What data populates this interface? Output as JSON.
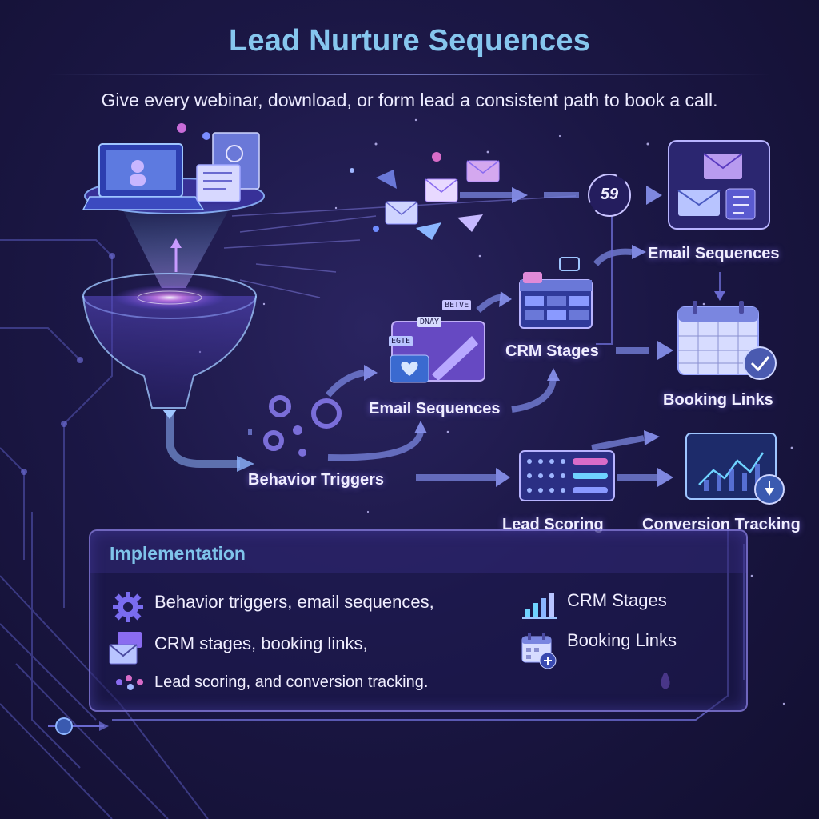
{
  "header": {
    "title": "Lead Nurture Sequences",
    "subtitle": "Give every webinar, download, or form lead a consistent path to book a call."
  },
  "flow": {
    "badge_text": "59",
    "labels": {
      "email_sequences_top": "Email Sequences",
      "crm_stages": "CRM Stages",
      "booking_links": "Booking Links",
      "email_sequences_mid": "Email Sequences",
      "behavior_triggers": "Behavior Triggers",
      "lead_scoring": "Lead Scoring",
      "conversion_tracking": "Conversion Tracking"
    },
    "tags": [
      "DNAY",
      "BETVE",
      "EGTE"
    ]
  },
  "implementation": {
    "title": "Implementation",
    "items_left": [
      "Behavior triggers, email sequences,",
      "CRM stages, booking links,",
      "Lead scoring, and conversion tracking."
    ],
    "items_right": [
      "CRM Stages",
      "Booking Links"
    ]
  },
  "colors": {
    "background": "#1b1745",
    "accent_blue": "#86c6ee",
    "accent_purple": "#8a6cf0",
    "panel_border": "#8c82e6"
  }
}
